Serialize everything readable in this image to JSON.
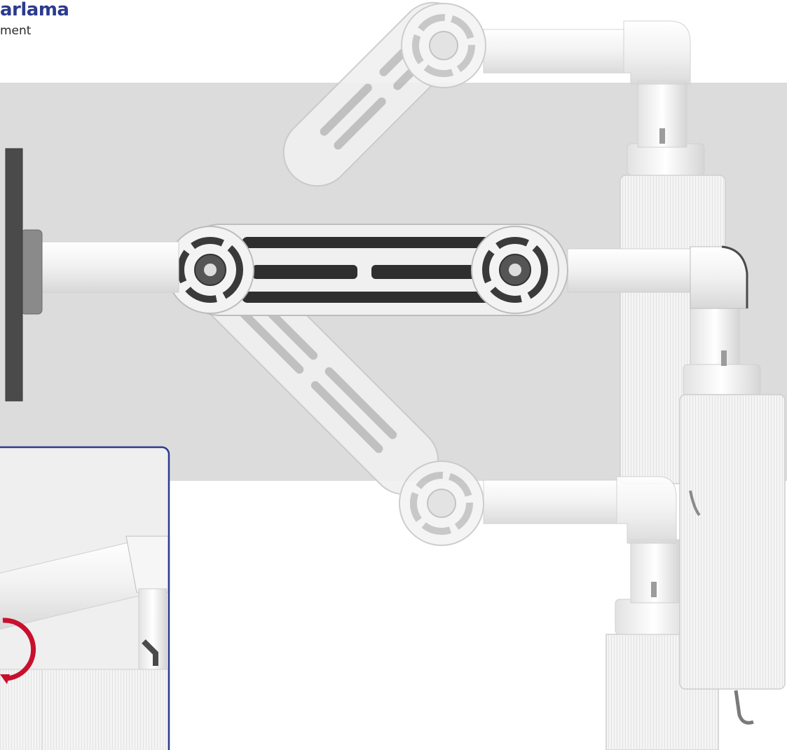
{
  "header": {
    "title": "arlama",
    "subtitle": "ment"
  },
  "colors": {
    "brand_blue": "#2b3a8f",
    "band_gray": "#dcdcdc",
    "inset_border": "#2b3a8f",
    "rotation_arrow": "#c8102e",
    "monitor_panel": "#4a4a4a",
    "arm_white": "#f3f3f3",
    "arm_slot_dark": "#2f2f2f"
  },
  "illustration": {
    "subject": "monitor-arm-articulation",
    "arm_positions": [
      "upper",
      "middle",
      "lower"
    ],
    "inset": "rotation-detail"
  }
}
